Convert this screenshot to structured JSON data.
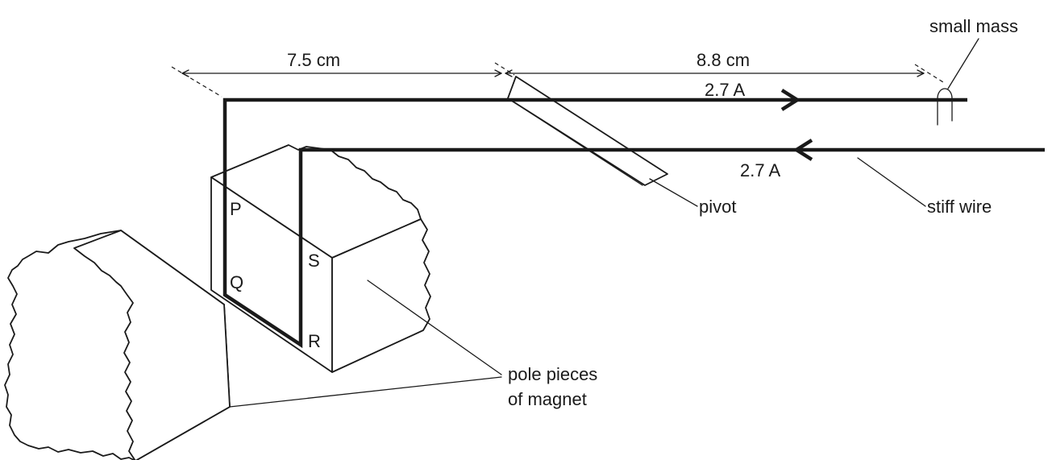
{
  "labels": {
    "dist_left": "7.5 cm",
    "dist_right": "8.8 cm",
    "current_top": "2.7 A",
    "current_bottom": "2.7 A",
    "small_mass": "small mass",
    "pivot": "pivot",
    "stiff_wire": "stiff wire",
    "point_p": "P",
    "point_q": "Q",
    "point_r": "R",
    "point_s": "S",
    "pole_line1": "pole pieces",
    "pole_line2": "of magnet"
  },
  "colors": {
    "ink": "#1a1a1a",
    "background": "#ffffff"
  }
}
